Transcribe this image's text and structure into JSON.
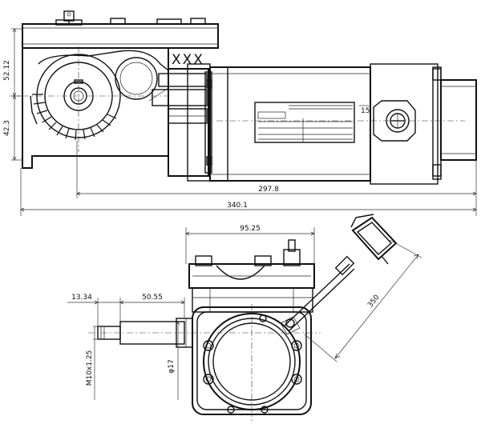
{
  "drawing": {
    "gear_marking": "XXX",
    "dimensions": {
      "top_height": "52.12",
      "shaft_height": "42.3",
      "offset": "15",
      "motor_length": "297.8",
      "overall_length": "340.1",
      "width": "95.25",
      "shaft_step": "13.34",
      "shaft_length": "50.55",
      "thread": "M10x1.25",
      "shaft_diameter": "φ17",
      "cable_length": "350"
    }
  }
}
